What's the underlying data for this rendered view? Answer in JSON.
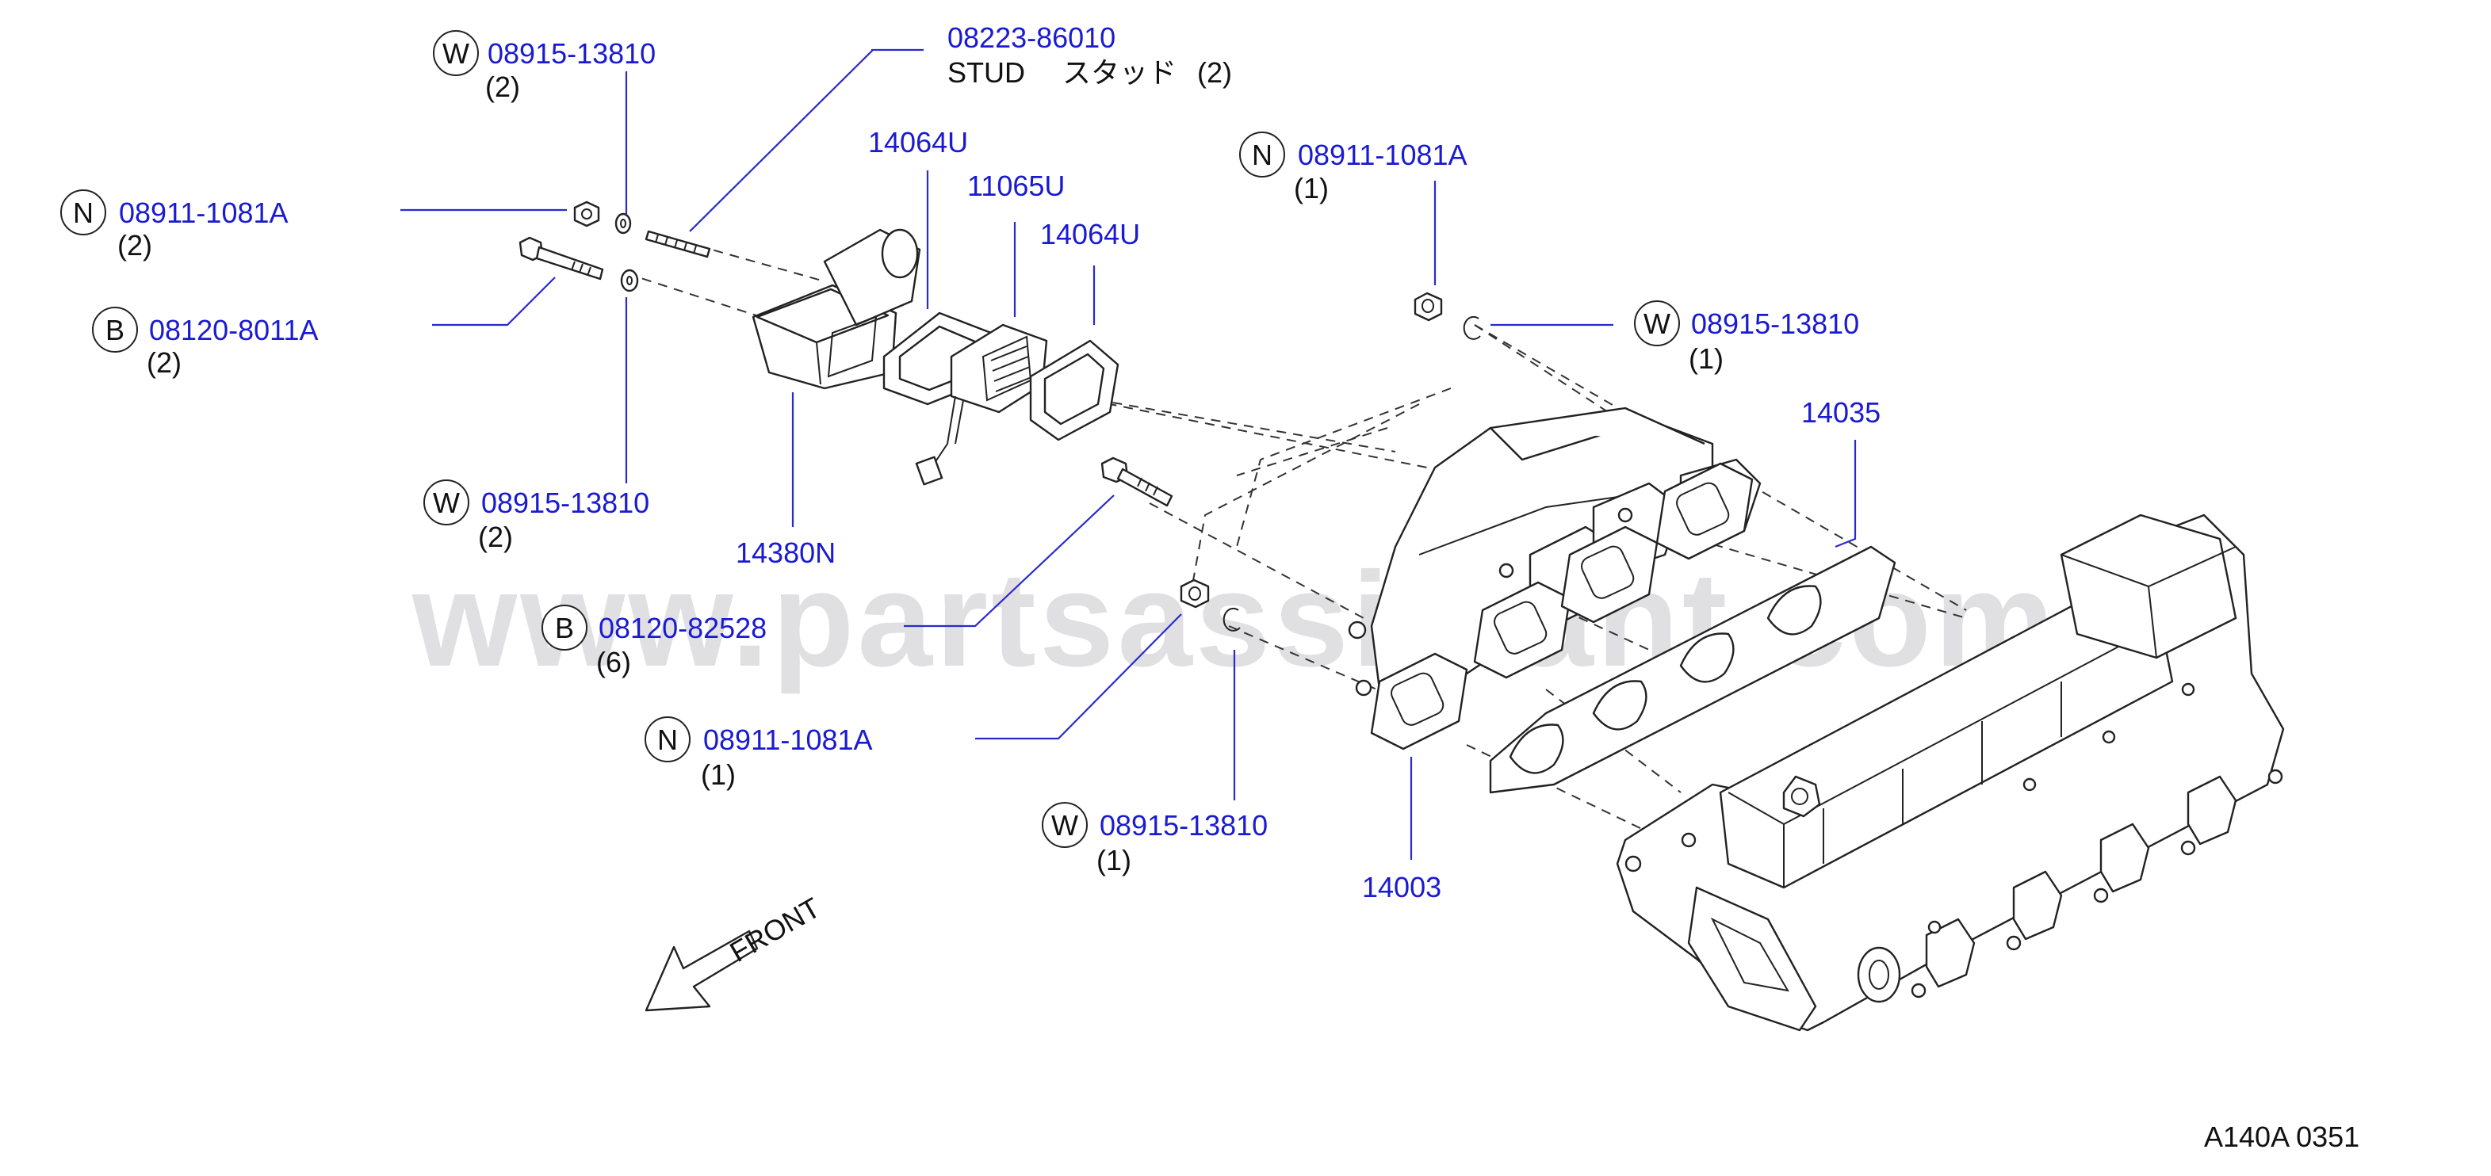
{
  "watermark": "www.partsassistant.com",
  "diagram_code": "A140A 0351",
  "front_label": "FRONT",
  "callouts": {
    "w_top": {
      "badge": "W",
      "part": "08915-13810",
      "qty": "(2)"
    },
    "stud": {
      "part": "08223-86010",
      "desc": "STUD",
      "desc_jp": "スタッド",
      "qty": "(2)"
    },
    "n_left": {
      "badge": "N",
      "part": "08911-1081A",
      "qty": "(2)"
    },
    "b_left": {
      "badge": "B",
      "part": "08120-8011A",
      "qty": "(2)"
    },
    "w_mid_left": {
      "badge": "W",
      "part": "08915-13810",
      "qty": "(2)"
    },
    "p14380n": {
      "part": "14380N"
    },
    "p14064u_a": {
      "part": "14064U"
    },
    "p11065u": {
      "part": "11065U"
    },
    "p14064u_b": {
      "part": "14064U"
    },
    "n_upper_right": {
      "badge": "N",
      "part": "08911-1081A",
      "qty": "(1)"
    },
    "w_right": {
      "badge": "W",
      "part": "08915-13810",
      "qty": "(1)"
    },
    "p14035": {
      "part": "14035"
    },
    "b_center": {
      "badge": "B",
      "part": "08120-82528",
      "qty": "(6)"
    },
    "n_center": {
      "badge": "N",
      "part": "08911-1081A",
      "qty": "(1)"
    },
    "w_center": {
      "badge": "W",
      "part": "08915-13810",
      "qty": "(1)"
    },
    "p14003": {
      "part": "14003"
    }
  }
}
